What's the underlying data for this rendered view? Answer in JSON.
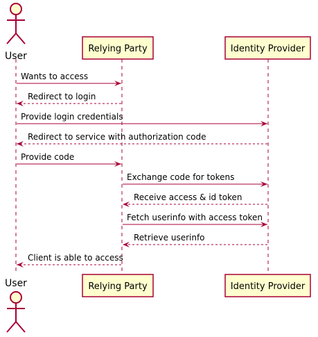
{
  "participants": [
    {
      "id": "user",
      "label": "User",
      "kind": "actor"
    },
    {
      "id": "rp",
      "label": "Relying Party",
      "kind": "box"
    },
    {
      "id": "idp",
      "label": "Identity Provider",
      "kind": "box"
    }
  ],
  "messages": [
    {
      "from": "user",
      "to": "rp",
      "label": "Wants to access",
      "style": "solid"
    },
    {
      "from": "rp",
      "to": "user",
      "label": "Redirect to login",
      "style": "dashed"
    },
    {
      "from": "user",
      "to": "idp",
      "label": "Provide login credentials",
      "style": "solid"
    },
    {
      "from": "idp",
      "to": "user",
      "label": "Redirect to service with authorization code",
      "style": "dashed"
    },
    {
      "from": "user",
      "to": "rp",
      "label": "Provide code",
      "style": "solid"
    },
    {
      "from": "rp",
      "to": "idp",
      "label": "Exchange code for tokens",
      "style": "solid"
    },
    {
      "from": "idp",
      "to": "rp",
      "label": "Receive access & id token",
      "style": "dashed"
    },
    {
      "from": "rp",
      "to": "idp",
      "label": "Fetch userinfo with access token",
      "style": "solid"
    },
    {
      "from": "idp",
      "to": "rp",
      "label": "Retrieve userinfo",
      "style": "dashed"
    },
    {
      "from": "rp",
      "to": "user",
      "label": "Client is able to access",
      "style": "dashed"
    }
  ],
  "colors": {
    "arrow": "#A80036",
    "box_fill": "#FEFECE",
    "box_border": "#A80036",
    "lifeline": "#A80036",
    "text": "#000000"
  }
}
